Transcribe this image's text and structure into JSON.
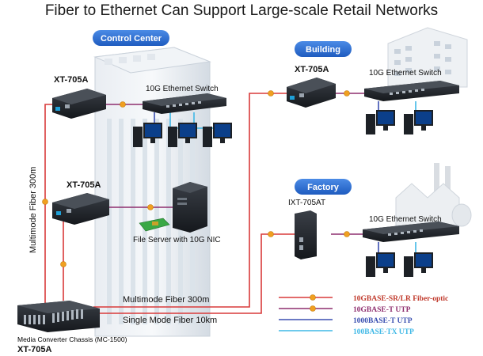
{
  "title": "Fiber to Ethernet Can Support Large-scale Retail Networks",
  "sites": {
    "control_center": "Control Center",
    "building": "Building",
    "factory": "Factory"
  },
  "devices": {
    "xt705a_top": "XT-705A",
    "xt705a_mid": "XT-705A",
    "xt705a_building": "XT-705A",
    "ixt705at": "IXT-705AT",
    "switch_cc": "10G Ethernet Switch",
    "switch_building": "10G Ethernet Switch",
    "switch_factory": "10G Ethernet Switch",
    "file_server": "File Server with 10G NIC",
    "chassis_label": "Media Converter Chassis (MC-1500)",
    "chassis_model": "XT-705A"
  },
  "links": {
    "vertical_fiber": "Multimode Fiber 300m",
    "multimode": "Multimode Fiber 300m",
    "single_mode": "Single Mode Fiber 10km"
  },
  "legend": [
    {
      "label": "10GBASE-SR/LR Fiber-optic",
      "color": "#c0392b"
    },
    {
      "label": "10GBASE-T UTP",
      "color": "#8e2e6e"
    },
    {
      "label": "1000BASE-T UTP",
      "color": "#3a4fb0"
    },
    {
      "label": "100BASE-TX UTP",
      "color": "#3fb8e6"
    }
  ],
  "colors": {
    "pill": "#2e6fd1",
    "fiber": "#d93a3a",
    "copper10g": "#8e2e6e",
    "gig": "#3a4fb0",
    "fast": "#3fb8e6",
    "marker": "#f0a020"
  }
}
